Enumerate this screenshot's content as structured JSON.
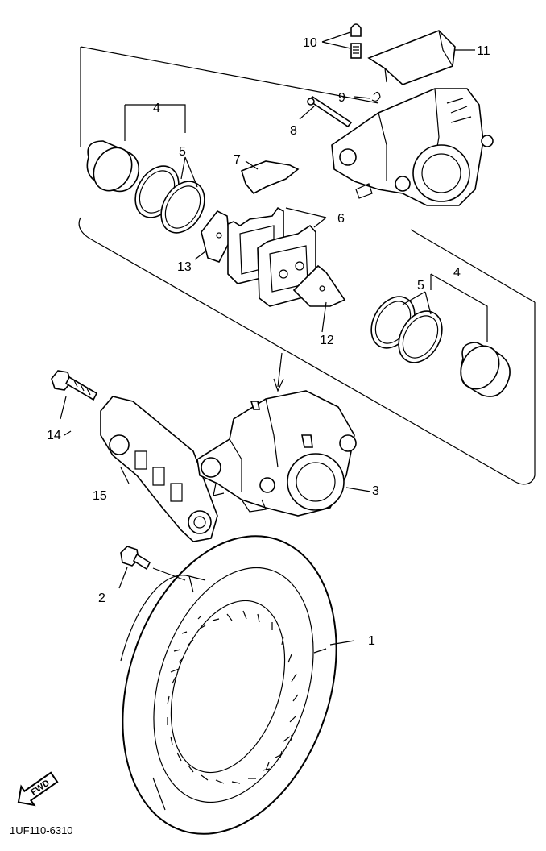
{
  "diagram": {
    "reference_code": "1UF110-6310",
    "direction_label": "FWD",
    "part_labels": [
      "1",
      "2",
      "3",
      "4",
      "4",
      "5",
      "5",
      "6",
      "7",
      "8",
      "9",
      "10",
      "11",
      "12",
      "13",
      "14",
      "15"
    ]
  }
}
